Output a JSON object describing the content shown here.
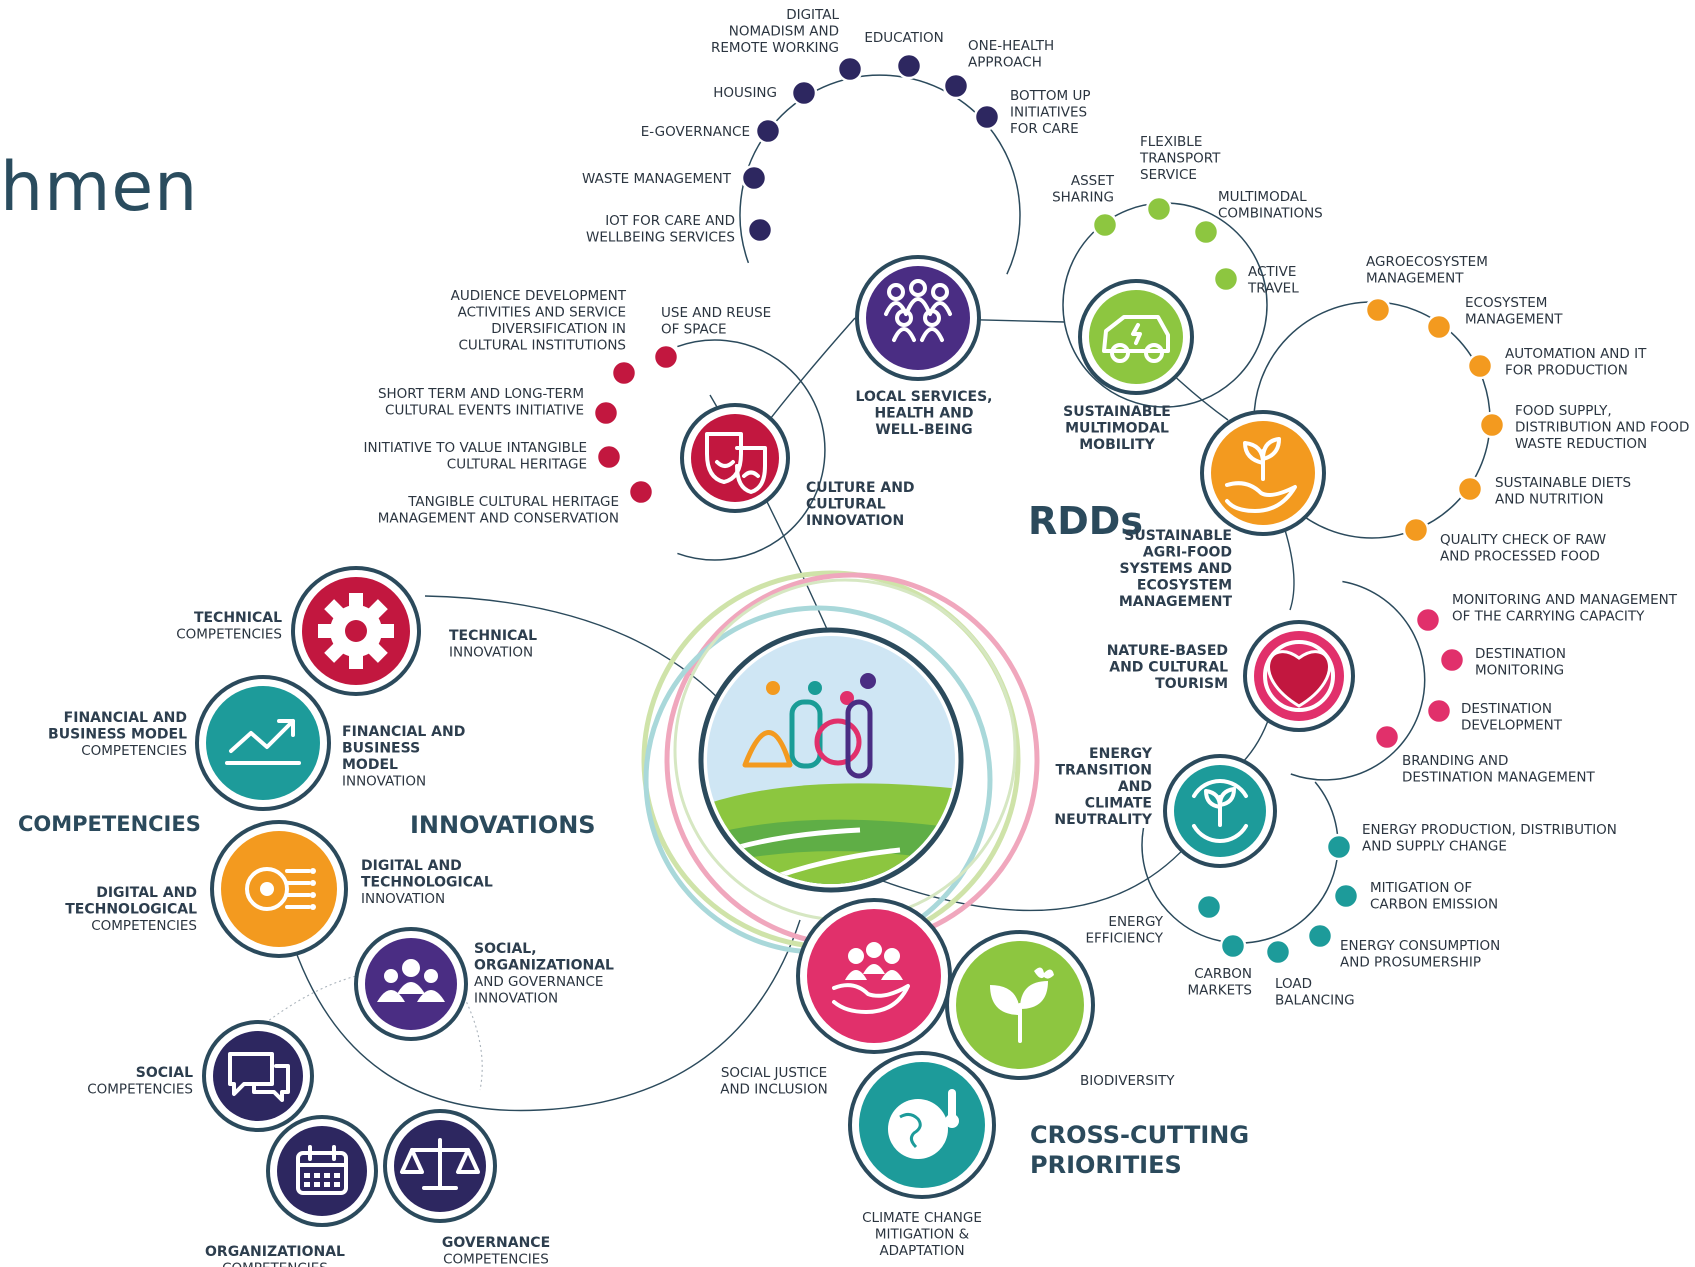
{
  "slide": {
    "partial_title": "hmen"
  },
  "headings": {
    "rdds": "RDDs",
    "innovations": "INNOVATIONS",
    "competencies": "COMPETENCIES",
    "cross_cutting": [
      "CROSS-CUTTING",
      "PRIORITIES"
    ]
  },
  "colors": {
    "purple": "#4a2d83",
    "crimson": "#c2173f",
    "lime": "#8dc640",
    "orange": "#f39a1f",
    "pink": "#e1306b",
    "teal": "#1a9c96",
    "navy": "#2d2760",
    "dark_teal": "#2b4a5c",
    "cyan_teal": "#1d9b9a"
  },
  "rdd_hubs": [
    {
      "id": "local-services",
      "icon": "group-icon",
      "label": [
        "LOCAL SERVICES,",
        "HEALTH AND",
        "WELL-BEING"
      ]
    },
    {
      "id": "mobility",
      "icon": "car-icon",
      "label": [
        "SUSTAINABLE",
        "MULTIMODAL",
        "MOBILITY"
      ]
    },
    {
      "id": "agrifood",
      "icon": "seedling-hand-icon",
      "label": [
        "SUSTAINABLE",
        "AGRI-FOOD",
        "SYSTEMS AND",
        "ECOSYSTEM",
        "MANAGEMENT"
      ]
    },
    {
      "id": "tourism",
      "icon": "globe-heart-icon",
      "label": [
        "NATURE-BASED",
        "AND CULTURAL",
        "TOURISM"
      ]
    },
    {
      "id": "energy",
      "icon": "leaf-cycle-icon",
      "label": [
        "ENERGY",
        "TRANSITION",
        "AND",
        "CLIMATE",
        "NEUTRALITY"
      ]
    },
    {
      "id": "culture",
      "icon": "theatre-masks-icon",
      "label": [
        "CULTURE AND",
        "CULTURAL",
        "INNOVATION"
      ]
    }
  ],
  "local_services_items": [
    [
      "DIGITAL",
      "NOMADISM AND",
      "REMOTE WORKING"
    ],
    [
      "EDUCATION"
    ],
    [
      "ONE-HEALTH",
      "APPROACH"
    ],
    [
      "BOTTOM UP",
      "INITIATIVES",
      "FOR CARE"
    ],
    [
      "HOUSING"
    ],
    [
      "E-GOVERNANCE"
    ],
    [
      "WASTE MANAGEMENT"
    ],
    [
      "IOT FOR CARE AND",
      "WELLBEING SERVICES"
    ]
  ],
  "mobility_items": [
    [
      "ASSET",
      "SHARING"
    ],
    [
      "FLEXIBLE",
      "TRANSPORT",
      "SERVICE"
    ],
    [
      "MULTIMODAL",
      "COMBINATIONS"
    ],
    [
      "ACTIVE",
      "TRAVEL"
    ]
  ],
  "agrifood_items": [
    [
      "AGROECOSYSTEM",
      "MANAGEMENT"
    ],
    [
      "ECOSYSTEM",
      "MANAGEMENT"
    ],
    [
      "AUTOMATION AND IT",
      "FOR PRODUCTION"
    ],
    [
      "FOOD SUPPLY,",
      "DISTRIBUTION AND FOOD",
      "WASTE REDUCTION"
    ],
    [
      "SUSTAINABLE DIETS",
      "AND NUTRITION"
    ],
    [
      "QUALITY CHECK OF RAW",
      "AND PROCESSED FOOD"
    ]
  ],
  "tourism_items": [
    [
      "MONITORING AND MANAGEMENT",
      "OF THE CARRYING CAPACITY"
    ],
    [
      "DESTINATION",
      "MONITORING"
    ],
    [
      "DESTINATION",
      "DEVELOPMENT"
    ],
    [
      "BRANDING AND",
      "DESTINATION MANAGEMENT"
    ]
  ],
  "energy_items": [
    [
      "ENERGY PRODUCTION, DISTRIBUTION",
      "AND SUPPLY CHANGE"
    ],
    [
      "MITIGATION OF",
      "CARBON EMISSION"
    ],
    [
      "ENERGY CONSUMPTION",
      "AND PROSUMERSHIP"
    ],
    [
      "LOAD",
      "BALANCING"
    ],
    [
      "CARBON",
      "MARKETS"
    ],
    [
      "ENERGY",
      "EFFICIENCY"
    ]
  ],
  "culture_items": [
    [
      "AUDIENCE DEVELOPMENT",
      "ACTIVITIES AND SERVICE",
      "DIVERSIFICATION IN",
      "CULTURAL INSTITUTIONS"
    ],
    [
      "USE AND REUSE",
      "OF SPACE"
    ],
    [
      "SHORT TERM AND LONG-TERM",
      "CULTURAL EVENTS INITIATIVE"
    ],
    [
      "INITIATIVE TO VALUE INTANGIBLE",
      "CULTURAL HERITAGE"
    ],
    [
      "TANGIBLE CULTURAL HERITAGE",
      "MANAGEMENT AND CONSERVATION"
    ]
  ],
  "competency_pairs": [
    {
      "competency_bold": [
        "TECHNICAL"
      ],
      "competency_rest": [
        "COMPETENCIES"
      ],
      "innovation_bold": [
        "TECHNICAL"
      ],
      "innovation_rest": [
        "INNOVATION"
      ],
      "icon": "gear-icon"
    },
    {
      "competency_bold": [
        "FINANCIAL AND",
        "BUSINESS MODEL"
      ],
      "competency_rest": [
        "COMPETENCIES"
      ],
      "innovation_bold": [
        "FINANCIAL AND",
        "BUSINESS",
        "MODEL"
      ],
      "innovation_rest": [
        "INNOVATION"
      ],
      "icon": "growth-chart-icon"
    },
    {
      "competency_bold": [
        "DIGITAL AND",
        "TECHNOLOGICAL"
      ],
      "competency_rest": [
        "COMPETENCIES"
      ],
      "innovation_bold": [
        "DIGITAL AND",
        "TECHNOLOGICAL"
      ],
      "innovation_rest": [
        "INNOVATION"
      ],
      "icon": "circuit-gear-icon"
    },
    {
      "competency_bold": [],
      "competency_rest": [],
      "innovation_bold": [
        "SOCIAL,",
        "ORGANIZATIONAL"
      ],
      "innovation_rest": [
        "AND GOVERNANCE",
        "INNOVATION"
      ],
      "icon": "people-icon"
    }
  ],
  "soc_competencies": [
    {
      "bold": "SOCIAL",
      "rest": "COMPETENCIES",
      "icon": "chat-icon"
    },
    {
      "bold": "ORGANIZATIONAL",
      "rest": "COMPETENCIES",
      "icon": "calendar-icon"
    },
    {
      "bold": "GOVERNANCE",
      "rest": "COMPETENCIES",
      "icon": "scales-icon"
    }
  ],
  "cross_cutting_items": [
    {
      "label": [
        "SOCIAL JUSTICE",
        "AND INCLUSION"
      ],
      "icon": "hand-people-icon"
    },
    {
      "label": [
        "BIODIVERSITY"
      ],
      "icon": "plant-butterfly-icon"
    },
    {
      "label": [
        "CLIMATE CHANGE",
        "MITIGATION &",
        "ADAPTATION"
      ],
      "icon": "globe-thermometer-icon"
    }
  ]
}
